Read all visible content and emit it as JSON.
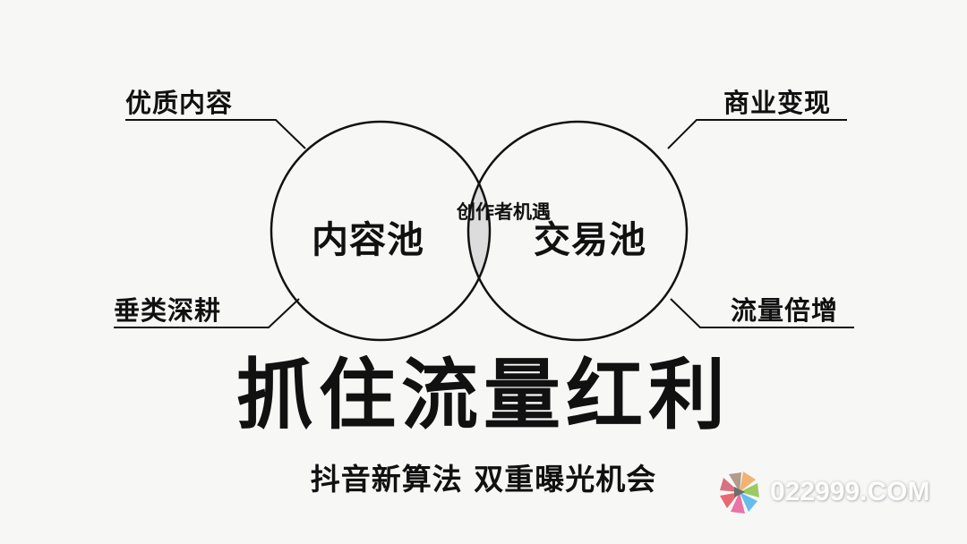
{
  "diagram": {
    "type": "venn",
    "left_circle": {
      "label": "内容池"
    },
    "right_circle": {
      "label": "交易池"
    },
    "intersection": {
      "label": "创作者机遇",
      "fill": "#dcdcdc"
    },
    "callouts": {
      "top_left": "优质内容",
      "bottom_left": "垂类深耕",
      "top_right": "商业变现",
      "bottom_right": "流量倍增"
    }
  },
  "title": "抓住流量红利",
  "subtitle": "抖音新算法 双重曝光机会",
  "watermark": {
    "icon": "pinwheel-logo-icon",
    "text": "022999.COM"
  },
  "colors": {
    "background": "#f7f7f6",
    "stroke": "#111111",
    "intersection": "#dcdcdc"
  }
}
